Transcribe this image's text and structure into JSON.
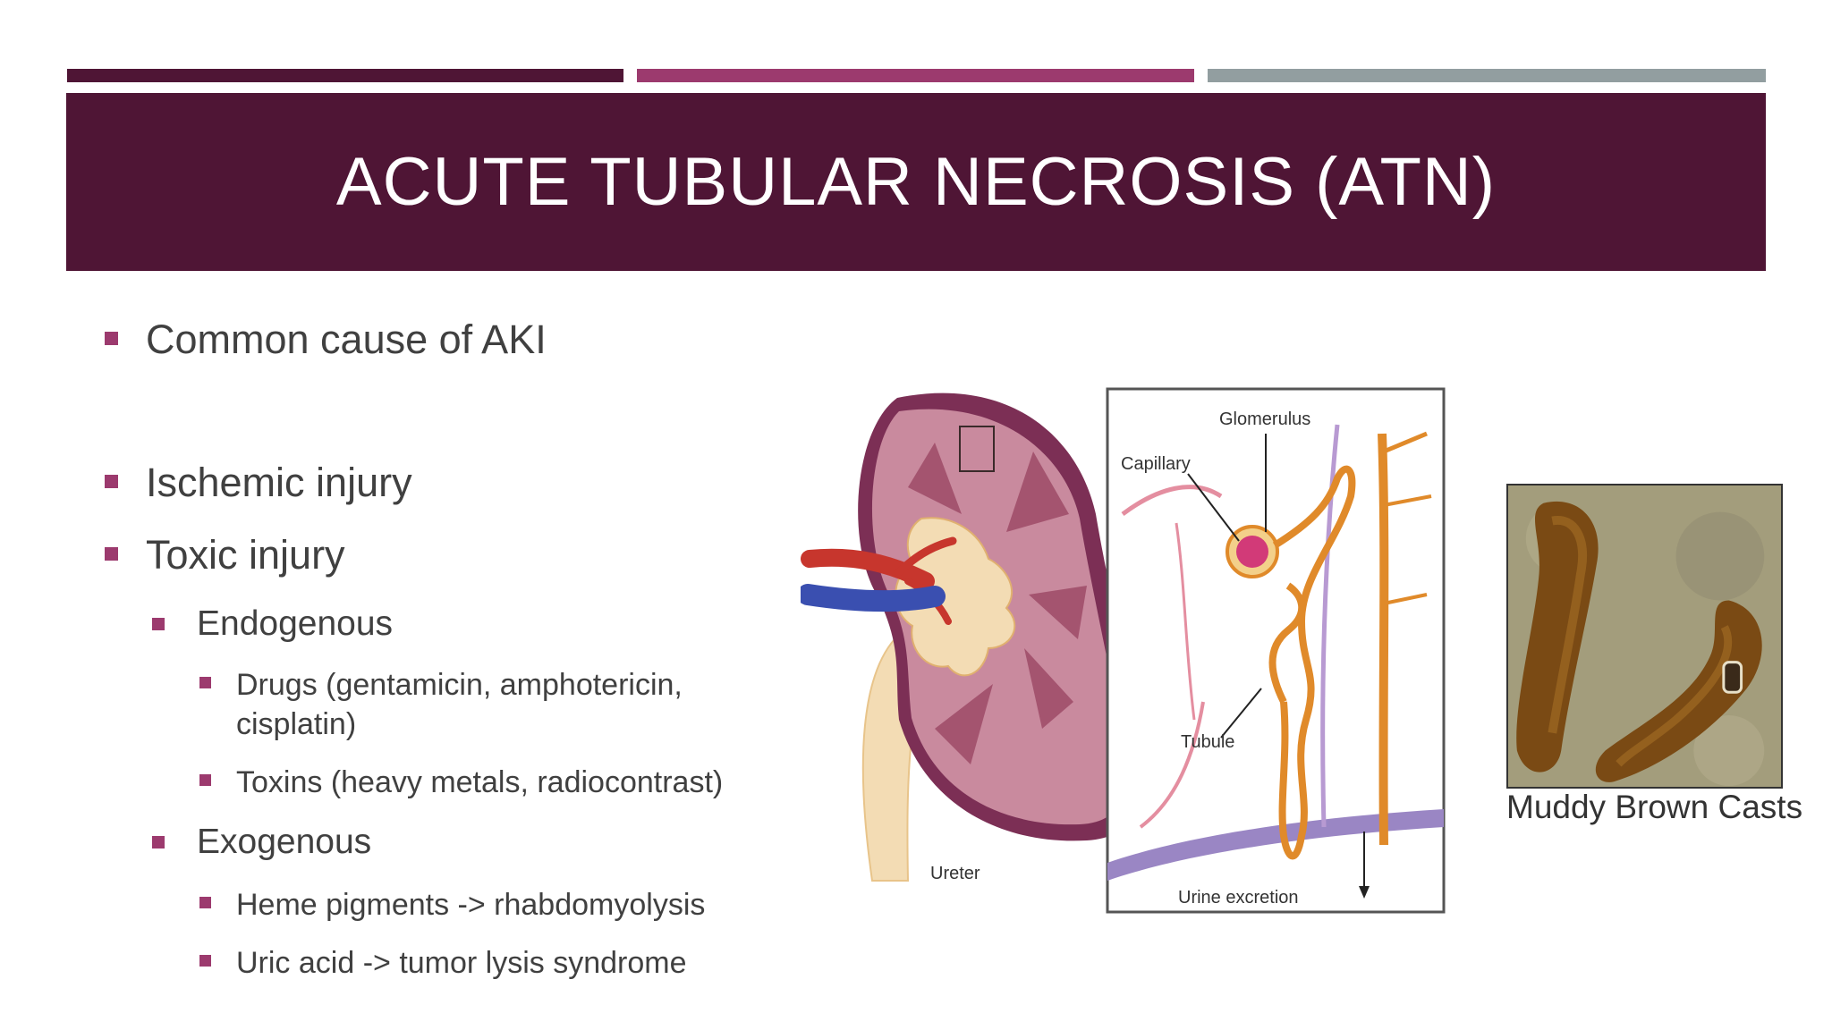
{
  "colors": {
    "banner": "#4f1535",
    "accent_dark": "#4f1535",
    "accent_magenta": "#9c3a6e",
    "accent_gray": "#929ea0",
    "bullet": "#9c3a6e",
    "text": "#404040"
  },
  "title": "ACUTE TUBULAR NECROSIS (ATN)",
  "bullets": [
    {
      "text": "Common cause of AKI"
    },
    {
      "text": "Ischemic injury"
    },
    {
      "text": "Toxic injury"
    },
    {
      "text": "Endogenous"
    },
    {
      "text": "Drugs (gentamicin, amphotericin,"
    },
    {
      "text": "cisplatin)"
    },
    {
      "text": "Toxins (heavy metals, radiocontrast)"
    },
    {
      "text": "Exogenous"
    },
    {
      "text": "Heme pigments -> rhabdomyolysis"
    },
    {
      "text": "Uric acid -> tumor lysis syndrome"
    }
  ],
  "diagram_labels": {
    "glomerulus": "Glomerulus",
    "capillary": "Capillary",
    "tubule": "Tubule",
    "ureter": "Ureter",
    "urine_excretion": "Urine excretion"
  },
  "micro_caption": "Muddy Brown Casts"
}
